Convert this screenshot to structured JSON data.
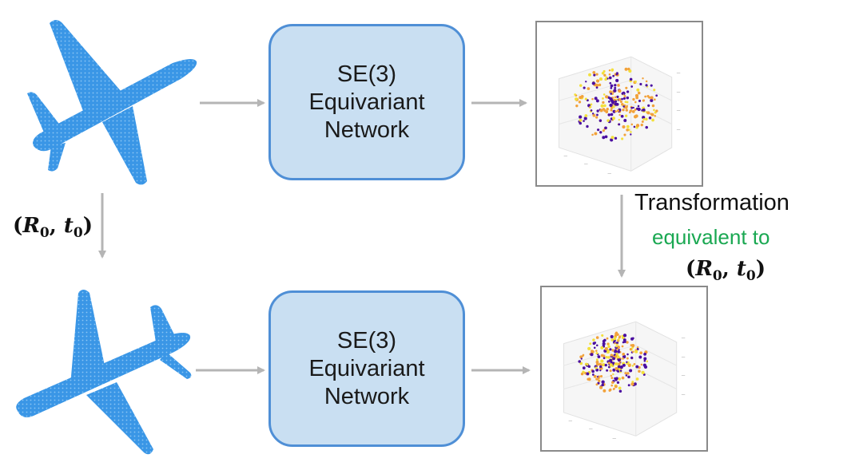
{
  "network_top": {
    "line1": "SE(3)",
    "line2": "Equivariant",
    "line3": "Network"
  },
  "network_bottom": {
    "line1": "SE(3)",
    "line2": "Equivariant",
    "line3": "Network"
  },
  "rotation_label": {
    "open": "(",
    "R": "R",
    "R_sub": "0",
    "sep": ", ",
    "t": "t",
    "t_sub": "0",
    "close": ")"
  },
  "transformation": {
    "line1": "Transformation",
    "line2": "equivalent to",
    "line3": {
      "open": "(",
      "R": "R",
      "R_sub": "0",
      "sep": ", ",
      "t": "t",
      "t_sub": "0",
      "close": ")"
    }
  },
  "colors": {
    "airplane": "#2f8fe0",
    "box_fill": "#c9dff2",
    "box_border": "#4f8fd6",
    "arrow": "#b5b5b5",
    "equivalent_text": "#1aa852",
    "point_purple": "#4b0fa0",
    "point_orange": "#f2a23a",
    "point_yellow": "#f3e03a"
  },
  "icons": [
    "airplane-point-cloud-icon",
    "scatter-3d-plot-icon"
  ]
}
